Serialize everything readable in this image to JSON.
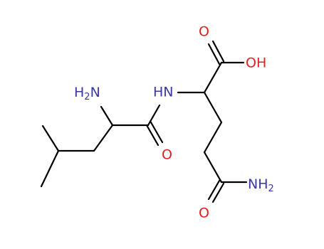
{
  "molecule": {
    "colors": {
      "bond": "#000000",
      "nitrogen": "#3838a8",
      "oxygen": "#e02020",
      "background": "#ffffff"
    },
    "atoms": {
      "amine_n": {
        "main": "H",
        "sub": "2",
        "tail": "N",
        "element": "nitrogen"
      },
      "amide_nh": {
        "text": "HN",
        "element": "nitrogen"
      },
      "amide_o": {
        "text": "O",
        "element": "oxygen"
      },
      "acid_o": {
        "text": "O",
        "element": "oxygen"
      },
      "acid_oh": {
        "text": "OH",
        "element": "oxygen"
      },
      "side_o": {
        "text": "O",
        "element": "oxygen"
      },
      "side_nh2": {
        "main": "NH",
        "sub": "2",
        "element": "nitrogen"
      }
    }
  }
}
